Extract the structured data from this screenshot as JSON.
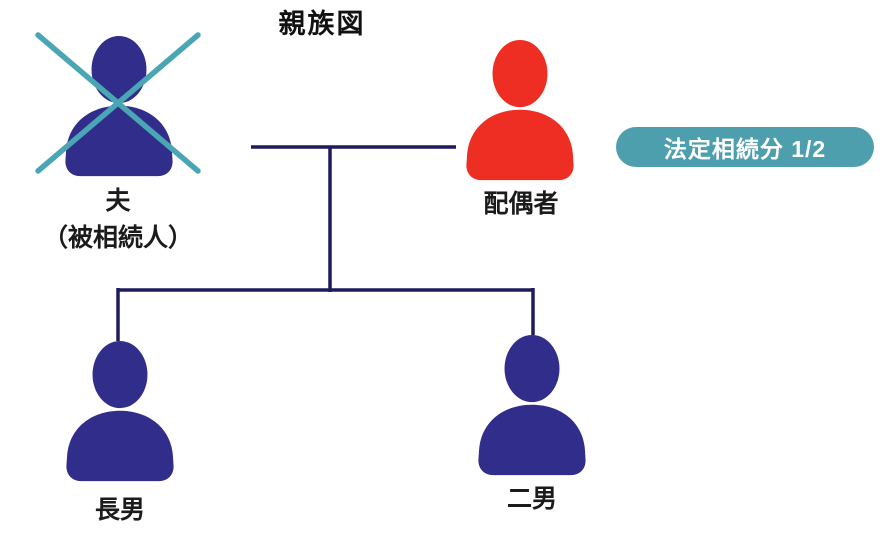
{
  "title": "親族図",
  "badge": {
    "label": "法定相続分 1/2",
    "color": "#4e9fae",
    "text_color": "#ffffff"
  },
  "persons": {
    "husband": {
      "name": "夫",
      "role": "（被相続人）",
      "color": "#312d8a",
      "deceased": true
    },
    "spouse": {
      "name": "配偶者",
      "color": "#ee2e22"
    },
    "eldest_son": {
      "name": "長男",
      "color": "#312d8a"
    },
    "second_son": {
      "name": "二男",
      "color": "#312d8a"
    }
  },
  "colors": {
    "cross": "#4aa6b5",
    "connector": "#1f1c5e",
    "text": "#1b1b1b"
  }
}
